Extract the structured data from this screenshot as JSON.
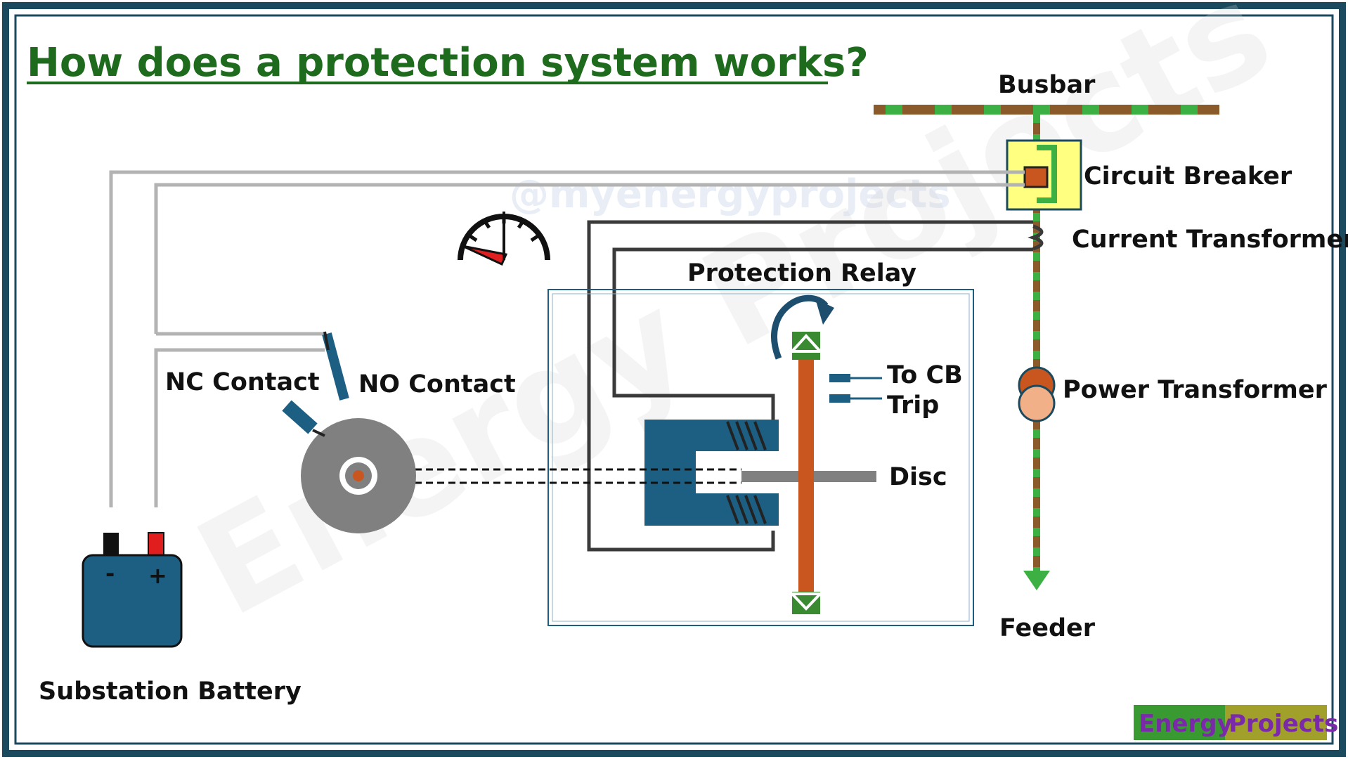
{
  "title": "How does a protection system works?",
  "watermark_handle": "@myenergyprojects",
  "watermark_brand": "Energy Projects",
  "labels": {
    "busbar": "Busbar",
    "circuit_breaker": "Circuit Breaker",
    "current_transformer": "Current Transformer",
    "protection_relay": "Protection Relay",
    "power_transformer": "Power Transformer",
    "feeder": "Feeder",
    "to_cb": "To CB",
    "trip": "Trip",
    "disc": "Disc",
    "nc_contact": "NC Contact",
    "no_contact": "NO Contact",
    "substation_battery": "Substation Battery",
    "battery_minus": "-",
    "battery_plus": "+"
  },
  "logo": {
    "part1": "Energy",
    "part2": "Projects"
  },
  "colors": {
    "frame": "#1b4a5e",
    "title_green": "#1e6b1e",
    "busbar_brown": "#8b5a2b",
    "current_green": "#3cb043",
    "relay_blue": "#1d5f82",
    "disc_orange": "#c9561f",
    "cb_yellow": "#ffff80",
    "wire_gray": "#b3b3b3",
    "wire_dark": "#3a3a3a"
  },
  "icons": [
    "gauge-icon",
    "rotation-arrow-icon",
    "battery-icon"
  ]
}
